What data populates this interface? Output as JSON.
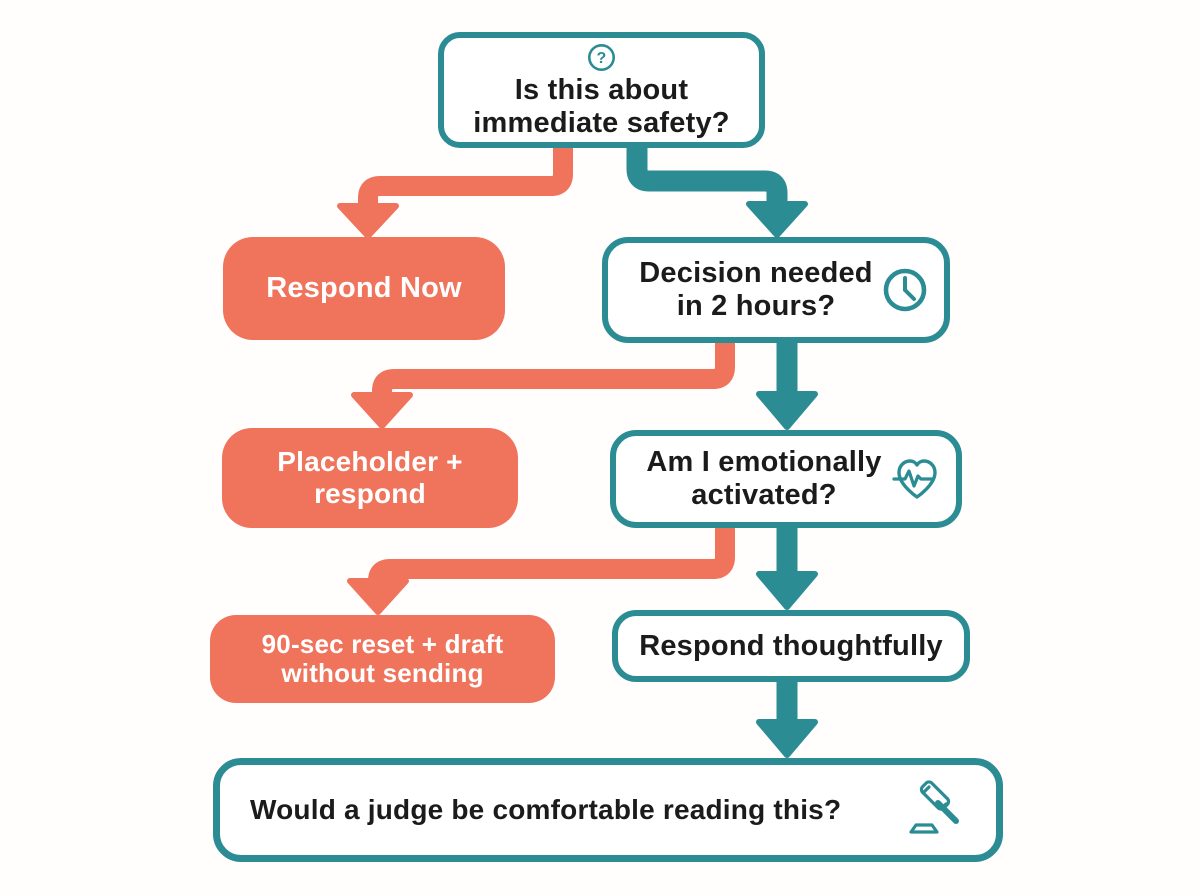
{
  "colors": {
    "coral": "#f0735c",
    "teal": "#2b8c94",
    "text_dark": "#1b1b1b",
    "text_light": "#ffffff",
    "background": "#fffefd"
  },
  "nodes": {
    "safety": {
      "lines": [
        "Is this about",
        "immediate safety?"
      ],
      "icon": "question-circle"
    },
    "respond_now": {
      "lines": [
        "Respond Now"
      ]
    },
    "two_hours": {
      "lines": [
        "Decision needed",
        "in 2 hours?"
      ],
      "icon": "clock"
    },
    "placeholder": {
      "lines": [
        "Placeholder +",
        "respond"
      ]
    },
    "emotional": {
      "lines": [
        "Am I emotionally",
        "activated?"
      ],
      "icon": "heart-pulse"
    },
    "reset": {
      "lines": [
        "90-sec reset + draft",
        "without sending"
      ]
    },
    "thoughtful": {
      "lines": [
        "Respond thoughtfully"
      ]
    },
    "judge": {
      "lines": [
        "Would a judge be comfortable reading this?"
      ],
      "icon": "gavel"
    }
  },
  "icons": {
    "question_glyph": "?"
  }
}
